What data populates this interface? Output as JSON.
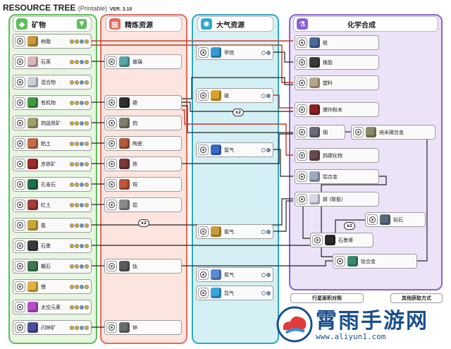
{
  "header": {
    "title": "RESOURCE TREE",
    "subtitle": "(Printable)",
    "version": "VER. 3.10"
  },
  "columns": [
    {
      "id": "minerals",
      "title": "矿物",
      "icon": "ore-icon",
      "color": "#5cbf5c",
      "bg": "#e6f6e1"
    },
    {
      "id": "refined",
      "title": "精炼资源",
      "icon": "smelter-icon",
      "color": "#e46b5c",
      "bg": "#fbe5de"
    },
    {
      "id": "atmospheric",
      "title": "大气资源",
      "icon": "atmosphere-icon",
      "color": "#30a8c8",
      "bg": "#d5f0f4"
    },
    {
      "id": "chemistry",
      "title": "化学合成",
      "icon": "chemistry-lab-icon",
      "color": "#8a62d2",
      "bg": "#ece3f8"
    }
  ],
  "minerals": [
    {
      "label": "树脂",
      "swatch": "#c79a3a"
    },
    {
      "label": "石英",
      "swatch": "#d8b6b6"
    },
    {
      "label": "混合物",
      "swatch": "#c9d0d6"
    },
    {
      "label": "有机物",
      "swatch": "#3f9a3f"
    },
    {
      "label": "钨锰铁矿",
      "swatch": "#a0a06a"
    },
    {
      "label": "粘土",
      "swatch": "#c66b48"
    },
    {
      "label": "赤铁矿",
      "swatch": "#9e2b2b"
    },
    {
      "label": "孔雀石",
      "swatch": "#1f6e4b"
    },
    {
      "label": "红土",
      "swatch": "#a53a3a"
    },
    {
      "label": "氨",
      "swatch": "#c8a73a"
    },
    {
      "label": "石墨",
      "swatch": "#3b3b3b"
    },
    {
      "label": "榍石",
      "swatch": "#3d7a4f"
    },
    {
      "label": "锂",
      "swatch": "#e0b23a"
    },
    {
      "label": "太空元素",
      "swatch": "#b64dc4"
    },
    {
      "label": "闪锌矿",
      "swatch": "#4a4f9a"
    }
  ],
  "refined": [
    {
      "label": "玻璃",
      "swatch": "#5aa6a6"
    },
    {
      "label": "碳",
      "swatch": "#2f2f2f"
    },
    {
      "label": "钨",
      "swatch": "#7d7d6a"
    },
    {
      "label": "陶瓷",
      "swatch": "#b25a3a"
    },
    {
      "label": "铁",
      "swatch": "#7a3a3a"
    },
    {
      "label": "铜",
      "swatch": "#c0553a"
    },
    {
      "label": "铝",
      "swatch": "#8a8a8a"
    },
    {
      "label": "钛",
      "swatch": "#5a5a5a"
    },
    {
      "label": "锌",
      "swatch": "#6a6a6a"
    }
  ],
  "atmospheric": [
    {
      "label": "甲烷",
      "swatch": "#3a9ad6"
    },
    {
      "label": "硫",
      "swatch": "#d6a32a"
    },
    {
      "label": "氩气",
      "swatch": "#3a6ac8"
    },
    {
      "label": "氦气",
      "swatch": "#c89a3a"
    },
    {
      "label": "氮气",
      "swatch": "#5a8ad6"
    },
    {
      "label": "氙气",
      "swatch": "#3aa6d6"
    }
  ],
  "chemistry": [
    {
      "label": "硅",
      "swatch": "#4a6a9a"
    },
    {
      "label": "橡胶",
      "swatch": "#3a3a3a"
    },
    {
      "label": "塑料",
      "swatch": "#b8a68a"
    },
    {
      "label": "爆炸粉末",
      "swatch": "#8a1f1f"
    },
    {
      "label": "钢",
      "swatch": "#6a6a7a"
    },
    {
      "label": "纳米碳合金",
      "swatch": "#8a8a6a"
    },
    {
      "label": "钨碳化物",
      "swatch": "#6a4a4a"
    },
    {
      "label": "铝合金",
      "swatch": "#9aaac0"
    },
    {
      "label": "肼 (联氨)",
      "swatch": "#d6d6e6"
    },
    {
      "label": "钻石",
      "swatch": "#5a6a7a"
    },
    {
      "label": "石墨烯",
      "swatch": "#2a2a2a"
    },
    {
      "label": "钛合金",
      "swatch": "#3a8a6a"
    }
  ],
  "multipliers": [
    "x2",
    "x2",
    "x2"
  ],
  "legend": {
    "left": "行星面积对照",
    "right": "其他获取方式"
  },
  "watermark": {
    "name": "霄雨手游网",
    "url": "www.aliyun1.com"
  }
}
